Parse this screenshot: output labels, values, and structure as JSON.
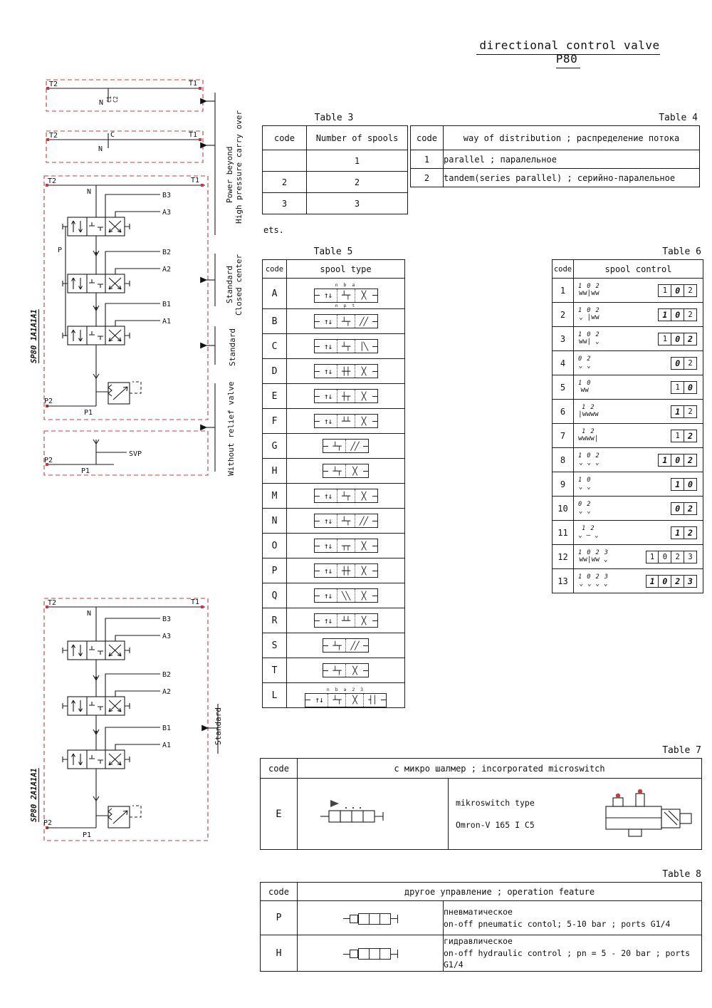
{
  "page": {
    "title": "directional control valve P80"
  },
  "diagrams": {
    "d1": {
      "t2": "T2",
      "t1": "T1",
      "n": "N",
      "c1": "C1",
      "c2": "C2"
    },
    "d2": {
      "t2": "T2",
      "t1": "T1",
      "c": "C",
      "n": "N"
    },
    "d3": {
      "t2": "T2",
      "t1": "T1",
      "n": "N",
      "b3": "B3",
      "a3": "A3",
      "b2": "B2",
      "a2": "A2",
      "b1": "B1",
      "a1": "A1",
      "p": "P",
      "p2": "P2",
      "p1": "P1",
      "model": "SP80 1A1A1A1"
    },
    "d4": {
      "p2": "P2",
      "p1": "P1",
      "svp": "SVP"
    },
    "d5": {
      "t2": "T2",
      "t1": "T1",
      "n": "N",
      "b3": "B3",
      "a3": "A3",
      "b2": "B2",
      "a2": "A2",
      "b1": "B1",
      "a1": "A1",
      "p2": "P2",
      "p1": "P1",
      "model": "SP80 2A1A1A1"
    },
    "annotations": {
      "power_beyond": "Power beyond",
      "carry_over": "High pressure carry over",
      "standard_a": "Standard",
      "closed_center": "Closed center",
      "standard_b": "Standard",
      "without_relief": "Without relief valve",
      "standard_c": "Standard"
    }
  },
  "table3": {
    "title": "Table 3",
    "headers": [
      "code",
      "Number of spools"
    ],
    "rows": [
      [
        "",
        "1"
      ],
      [
        "2",
        "2"
      ],
      [
        "3",
        "3"
      ]
    ],
    "footnote": "ets."
  },
  "table4": {
    "title": "Table 4",
    "headers": [
      "code",
      "way of distribution ;  распределение потока"
    ],
    "rows": [
      [
        "1",
        "parallel ;  паралельное"
      ],
      [
        "2",
        "tandem(series parallel) ;  серийно-паралельное"
      ]
    ]
  },
  "table5": {
    "title": "Table 5",
    "headers": [
      "code",
      "spool type"
    ],
    "rows": [
      {
        "code": "A",
        "top": "n b a",
        "bottom": "n p t",
        "cells": [
          "↑↓",
          "┴┬",
          "╳"
        ]
      },
      {
        "code": "B",
        "cells": [
          "↑↓",
          "┴┬",
          "╱╱"
        ]
      },
      {
        "code": "C",
        "cells": [
          "↑↓",
          "┴┬",
          "│╲"
        ]
      },
      {
        "code": "D",
        "cells": [
          "↑↓",
          "┼┼",
          "╳"
        ]
      },
      {
        "code": "E",
        "cells": [
          "↑↓",
          "┼┬",
          "╳"
        ]
      },
      {
        "code": "F",
        "cells": [
          "↑↓",
          "┴┴",
          "╳"
        ]
      },
      {
        "code": "G",
        "cells": [
          "┴┬",
          "╱╱"
        ]
      },
      {
        "code": "H",
        "cells": [
          "┴┬",
          "╳"
        ]
      },
      {
        "code": "M",
        "cells": [
          "↑↓",
          "┴┬",
          "╳"
        ]
      },
      {
        "code": "N",
        "cells": [
          "↑↓",
          "┴┬",
          "╱╱"
        ]
      },
      {
        "code": "O",
        "cells": [
          "↑↓",
          "┬┬",
          "╳"
        ]
      },
      {
        "code": "P",
        "cells": [
          "↑↓",
          "┼┼",
          "╳"
        ]
      },
      {
        "code": "Q",
        "cells": [
          "↑↓",
          "╲╲",
          "╳"
        ]
      },
      {
        "code": "R",
        "cells": [
          "↑↓",
          "┴┴",
          "╳"
        ]
      },
      {
        "code": "S",
        "cells": [
          "┴┬",
          "╱╱"
        ]
      },
      {
        "code": "T",
        "cells": [
          "┴┬",
          "╳"
        ]
      },
      {
        "code": "L",
        "top": "n b a 2 3",
        "cells": [
          "↑↓",
          "┴┬",
          "╳",
          "┤│"
        ]
      }
    ]
  },
  "table6": {
    "title": "Table 6",
    "headers": [
      "code",
      "spool control"
    ],
    "rows": [
      {
        "code": "1",
        "top": "1 0 2",
        "sym": "ww|ww",
        "boxes": [
          {
            "t": "1",
            "b": false
          },
          {
            "t": "0",
            "b": true
          },
          {
            "t": "2",
            "b": false
          }
        ]
      },
      {
        "code": "2",
        "top": "1 0 2",
        "sym": "⌄ |ww",
        "boxes": [
          {
            "t": "1",
            "b": true
          },
          {
            "t": "0",
            "b": true
          },
          {
            "t": "2",
            "b": false
          }
        ]
      },
      {
        "code": "3",
        "top": "1 0 2",
        "sym": "ww| ⌄",
        "boxes": [
          {
            "t": "1",
            "b": false
          },
          {
            "t": "0",
            "b": true
          },
          {
            "t": "2",
            "b": true
          }
        ]
      },
      {
        "code": "4",
        "top": "0 2",
        "sym": "⌄ ⌄",
        "boxes": [
          {
            "t": "0",
            "b": true
          },
          {
            "t": "2",
            "b": false
          }
        ]
      },
      {
        "code": "5",
        "top": "1 0",
        "sym": "ww",
        "boxes": [
          {
            "t": "1",
            "b": false
          },
          {
            "t": "0",
            "b": true
          }
        ]
      },
      {
        "code": "6",
        "top": "1 2",
        "sym": "|wwww",
        "boxes": [
          {
            "t": "1",
            "b": true
          },
          {
            "t": "2",
            "b": false
          }
        ]
      },
      {
        "code": "7",
        "top": "1 2",
        "sym": "wwww|",
        "boxes": [
          {
            "t": "1",
            "b": false
          },
          {
            "t": "2",
            "b": true
          }
        ]
      },
      {
        "code": "8",
        "top": "1 0 2",
        "sym": "⌄ ⌄ ⌄",
        "boxes": [
          {
            "t": "1",
            "b": true
          },
          {
            "t": "0",
            "b": true
          },
          {
            "t": "2",
            "b": true
          }
        ]
      },
      {
        "code": "9",
        "top": "1 0",
        "sym": "⌄ ⌄",
        "boxes": [
          {
            "t": "1",
            "b": true
          },
          {
            "t": "0",
            "b": true
          }
        ]
      },
      {
        "code": "10",
        "top": "0 2",
        "sym": "⌄ ⌄",
        "boxes": [
          {
            "t": "0",
            "b": true
          },
          {
            "t": "2",
            "b": true
          }
        ]
      },
      {
        "code": "11",
        "top": "1 2",
        "sym": "⌄ — ⌄",
        "boxes": [
          {
            "t": "1",
            "b": true
          },
          {
            "t": "2",
            "b": true
          }
        ]
      },
      {
        "code": "12",
        "top": "1 0 2 3",
        "sym": "ww|ww ⌄",
        "boxes": [
          {
            "t": "1",
            "b": false
          },
          {
            "t": "0",
            "b": false
          },
          {
            "t": "2",
            "b": false
          },
          {
            "t": "3",
            "b": false
          }
        ]
      },
      {
        "code": "13",
        "top": "1 0 2 3",
        "sym": "⌄ ⌄ ⌄ ⌄",
        "boxes": [
          {
            "t": "1",
            "b": true
          },
          {
            "t": "0",
            "b": true
          },
          {
            "t": "2",
            "b": true
          },
          {
            "t": "3",
            "b": true
          }
        ]
      }
    ]
  },
  "table7": {
    "title": "Table 7",
    "headers": [
      "code",
      "с микро шалмер ;  incorporated microswitch"
    ],
    "rows": [
      {
        "code": "E",
        "desc1": "mikroswitch type",
        "desc2": "Omron-V 165 I C5"
      }
    ]
  },
  "table8": {
    "title": "Table 8",
    "headers": [
      "code",
      "другое управление ;  operation feature"
    ],
    "rows": [
      {
        "code": "P",
        "line1": "пневматическое",
        "line2": "on-off pneumatic contol;  5-10 bar ;  ports G1/4"
      },
      {
        "code": "H",
        "line1": "гидравлическое",
        "line2": "on-off hydraulic control ;  pn = 5 - 20 bar ;  ports G1/4"
      }
    ]
  }
}
